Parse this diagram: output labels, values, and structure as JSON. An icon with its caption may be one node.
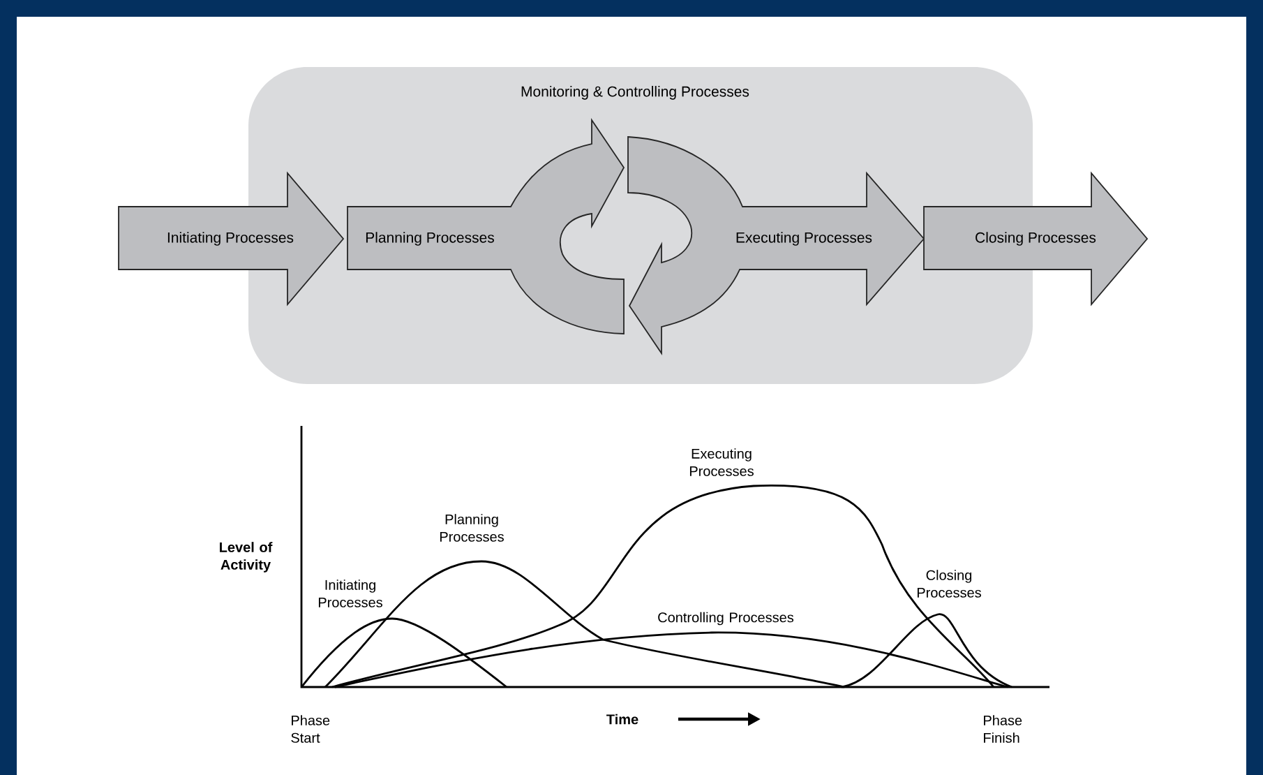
{
  "diagram": {
    "nodes": [
      {
        "text": [
          "Monitoring & Controlling Processes"
        ]
      },
      {
        "text": [
          "Initiating Processes"
        ]
      },
      {
        "text": [
          "Planning Processes"
        ],
        "in": 0
      },
      {
        "text": [
          "Executing Processes"
        ],
        "in": 0
      },
      {
        "text": [
          "Closing Processes"
        ]
      }
    ],
    "labels": [
      "Executing Processes",
      "Level of Activity",
      "Planning Processes",
      "Initiating Processes",
      "Closing Processes",
      "Controlling Processes",
      "Phase Start",
      "Time",
      "Phase Finish"
    ]
  }
}
